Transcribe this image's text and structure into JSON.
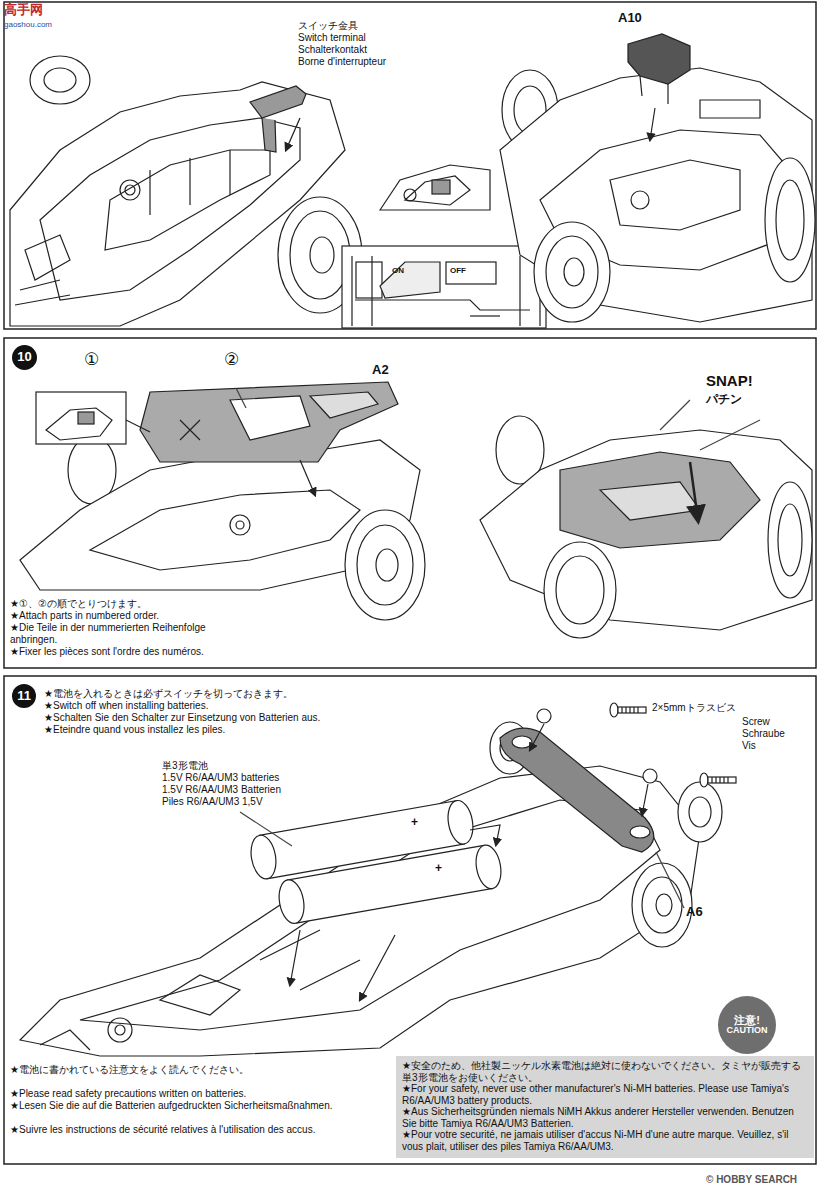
{
  "diagram": {
    "nodes": [
      {
        "text": [
          "10"
        ]
      },
      {
        "text": [
          "11"
        ]
      },
      {
        "text": [
          "注意!",
          "CAUTION"
        ]
      },
      {
        "text": [
          "★安全のため、他社製ニッケル水素電池は絶対に使わないでください。タミヤが販売する単3形電池をお使いください。",
          "★For your safety, never use other manufacturer's Ni-MH batteries. Please use Tamiya's R6/AA/UM3 battery products.",
          "★Aus Sicherheitsgründen niemals NiMH Akkus anderer Hersteller verwenden. Benutzen Sie bitte Tamiya R6/AA/UM3 Batterien.",
          "★Pour votre securité, ne jamais utiliser d'accus Ni-MH d'une autre marque. Veuillez, s'il vous plait, utiliser des piles Tamiya R6/AA/UM3."
        ]
      }
    ],
    "labels": [
      "高手网",
      "gaoshou.com",
      "スイッチ金具",
      "Switch terminal",
      "Schalterkontakt",
      "Borne d'interrupteur",
      "A10",
      "ON",
      "OFF",
      "①",
      "②",
      "A2",
      "SNAP!",
      "パチン",
      "★①、②の順でとりつけます。",
      "★Attach parts in numbered order.",
      "★Die Teile in der nummerierten Reihenfolge anbringen.",
      "★Fixer les pièces sont l'ordre des numéros.",
      "★電池を入れるときは必ずスイッチを切っておきます。",
      "★Switch off when installing batteries.",
      "★Schalten Sie den Schalter zur Einsetzung von Batterien aus.",
      "★Eteindre quand vous installez les piles.",
      "2×5mmトラスビス",
      "Screw",
      "Schraube",
      "Vis",
      "単3形電池",
      "1.5V R6/AA/UM3 batteries",
      "1.5V R6/AA/UM3 Batterien",
      "Piles R6/AA/UM3 1,5V",
      "+",
      "+",
      "A6",
      "★電池に書かれている注意文をよく読んでください。",
      "★Please read safety precautions written on batteries.",
      "★Lesen Sie die auf die Batterien aufgedruckten Sicherheitsmaßnahmen.",
      "★Suivre les instructions de sécurité relatives à l'utilisation des accus.",
      "© HOBBY SEARCH"
    ]
  }
}
